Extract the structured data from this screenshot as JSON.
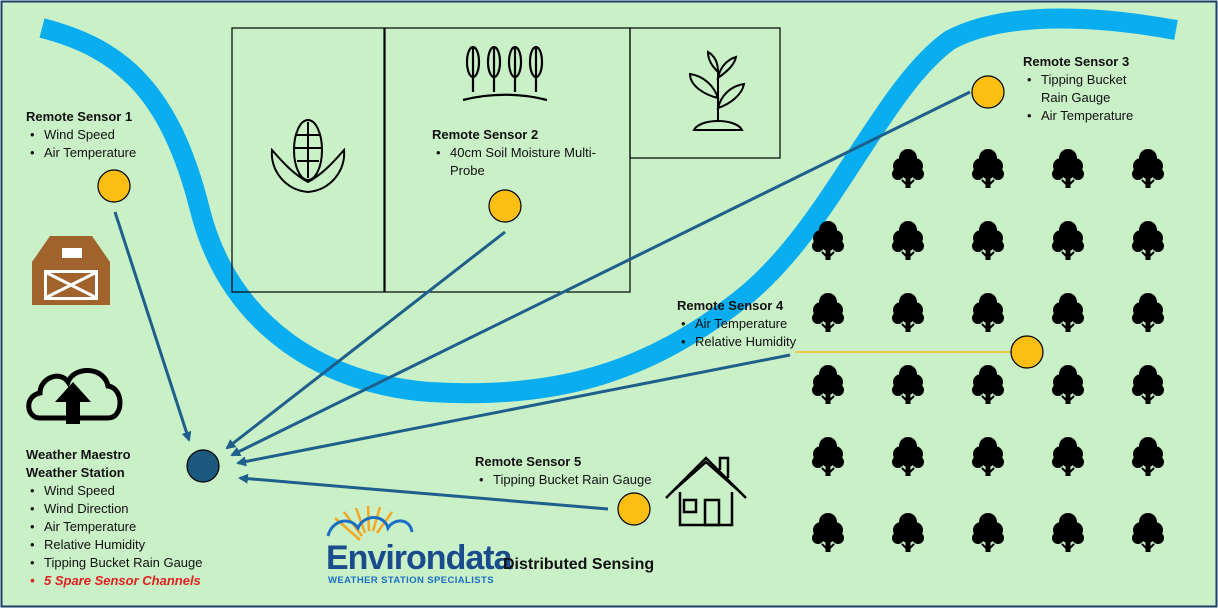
{
  "colors": {
    "background": "#c9f0c7",
    "river": "#0aaef0",
    "link": "#1f5f8b",
    "sensor": "#fbbf14",
    "station": "#1b5a7e",
    "barn": "#a0632c",
    "spare_text": "#e02020",
    "brand_blue": "#1a4b8c"
  },
  "icons": {
    "barn": "barn-icon",
    "cloud_upload": "cloud-upload-icon",
    "corn": "corn-icon",
    "wheat": "wheat-icon",
    "seedling": "seedling-icon",
    "house": "house-icon",
    "tree": "tree-icon",
    "sun": "sunrise-icon"
  },
  "sensors": {
    "s1": {
      "title": "Remote Sensor 1",
      "items": [
        "Wind Speed",
        "Air Temperature"
      ]
    },
    "s2": {
      "title": "Remote Sensor 2",
      "items": [
        "40cm Soil Moisture Multi-Probe"
      ]
    },
    "s3": {
      "title": "Remote Sensor 3",
      "items": [
        "Tipping Bucket Rain Gauge",
        "Air Temperature"
      ]
    },
    "s4": {
      "title": "Remote Sensor 4",
      "items": [
        "Air Temperature",
        "Relative Humidity"
      ]
    },
    "s5": {
      "title": "Remote Sensor 5",
      "items": [
        "Tipping Bucket Rain Gauge"
      ]
    }
  },
  "station": {
    "title_line1": "Weather Maestro",
    "title_line2": "Weather Station",
    "items": [
      "Wind Speed",
      "Wind Direction",
      "Air Temperature",
      "Relative Humidity",
      "Tipping Bucket Rain Gauge"
    ],
    "spare": "5 Spare Sensor Channels"
  },
  "brand": {
    "name": "Environdata",
    "tagline": "WEATHER STATION SPECIALISTS",
    "caption": "Distributed Sensing"
  }
}
